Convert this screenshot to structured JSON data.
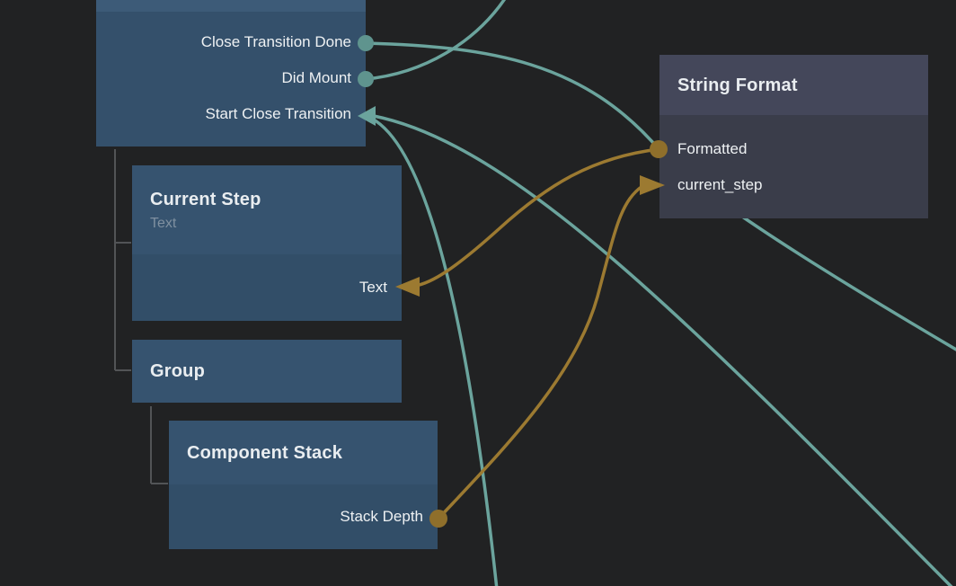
{
  "canvas": {
    "background": "#212223"
  },
  "colors": {
    "signal_wire": "#6ba49d",
    "signal_port": "#5f948e",
    "data_wire": "#9c7a31",
    "data_port": "#8f6f2b",
    "node_header_blue": "#36536f",
    "node_body_blue": "#324e68",
    "node_header_gray": "#44475a",
    "node_body_gray": "#3a3d4a",
    "tree_line": "#525456"
  },
  "nodes": {
    "lifecycle": {
      "ports": [
        {
          "label": "Close Transition Done",
          "kind": "signal-output"
        },
        {
          "label": "Did Mount",
          "kind": "signal-output"
        },
        {
          "label": "Start Close Transition",
          "kind": "signal-input"
        }
      ]
    },
    "current_step": {
      "title": "Current Step",
      "subtitle": "Text",
      "ports": [
        {
          "label": "Text",
          "kind": "data-input"
        }
      ]
    },
    "group": {
      "title": "Group"
    },
    "component_stack": {
      "title": "Component Stack",
      "ports": [
        {
          "label": "Stack Depth",
          "kind": "data-output"
        }
      ]
    },
    "string_format": {
      "title": "String Format",
      "ports": [
        {
          "label": "Formatted",
          "kind": "data-output"
        },
        {
          "label": "current_step",
          "kind": "data-input"
        }
      ]
    }
  }
}
